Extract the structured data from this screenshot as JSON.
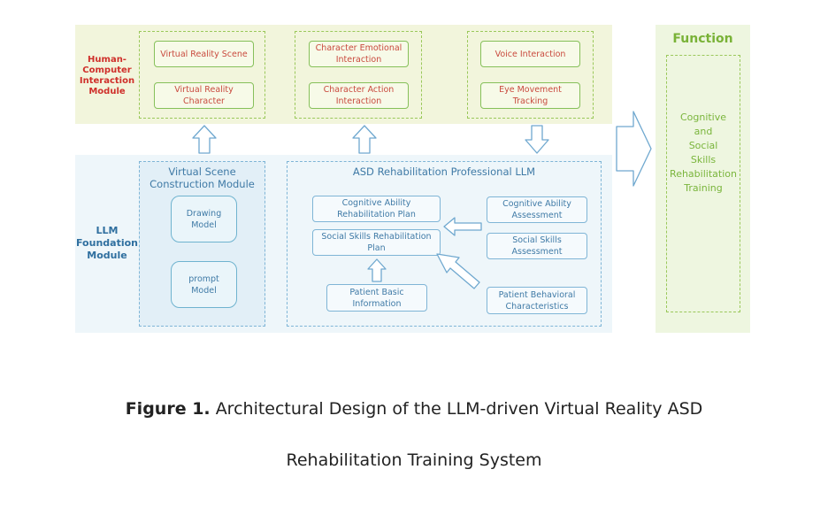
{
  "hci": {
    "label": "Human-\nComputer\nInteraction\nModule",
    "boxes": {
      "vr_scene": "Virtual Reality Scene",
      "vr_character": "Virtual Reality Character",
      "char_emotional": "Character Emotional Interaction",
      "char_action": "Character Action Interaction",
      "voice": "Voice Interaction",
      "eye": "Eye Movement Tracking"
    }
  },
  "llm": {
    "label": "LLM\nFoundation\nModule",
    "scene_module": {
      "title": "Virtual Scene Construction Module",
      "drawing": "Drawing Model",
      "prompt": "prompt Model"
    },
    "asd": {
      "title": "ASD Rehabilitation Professional LLM",
      "cog_plan": "Cognitive Ability Rehabilitation Plan",
      "social_plan": "Social Skills Rehabilitation Plan",
      "patient_info": "Patient Basic Information",
      "cog_assess": "Cognitive Ability Assessment",
      "social_assess": "Social Skills Assessment",
      "behavior": "Patient Behavioral Characteristics"
    }
  },
  "function": {
    "title": "Function",
    "text": "Cognitive\nand\nSocial\nSkills\nRehabilitation\nTraining"
  },
  "caption": {
    "figure_label": "Figure 1.",
    "line1": "Architectural Design of the LLM-driven Virtual Reality ASD",
    "line2": "Rehabilitation Training System"
  },
  "colors": {
    "red_text": "#cf2f2a",
    "blue_text": "#2f6f9f",
    "green_text": "#79b237",
    "arrow_blue": "#6fa8cf"
  }
}
